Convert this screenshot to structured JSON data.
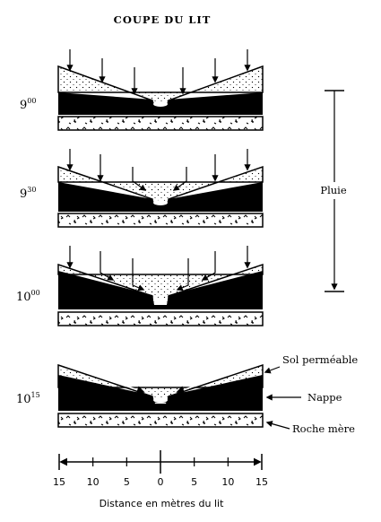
{
  "title": "COUPE DU LIT",
  "panels": [
    {
      "time_main": "9",
      "time_sup": "00"
    },
    {
      "time_main": "9",
      "time_sup": "30"
    },
    {
      "time_main": "10",
      "time_sup": "00"
    },
    {
      "time_main": "10",
      "time_sup": "15"
    }
  ],
  "rain_label": "Pluie",
  "legend": {
    "soil": "Sol perméable",
    "water_table": "Nappe",
    "bedrock": "Roche mère"
  },
  "axis": {
    "ticks": [
      "15",
      "10",
      "5",
      "0",
      "5",
      "10",
      "15"
    ],
    "label": "Distance en mètres du lit"
  }
}
